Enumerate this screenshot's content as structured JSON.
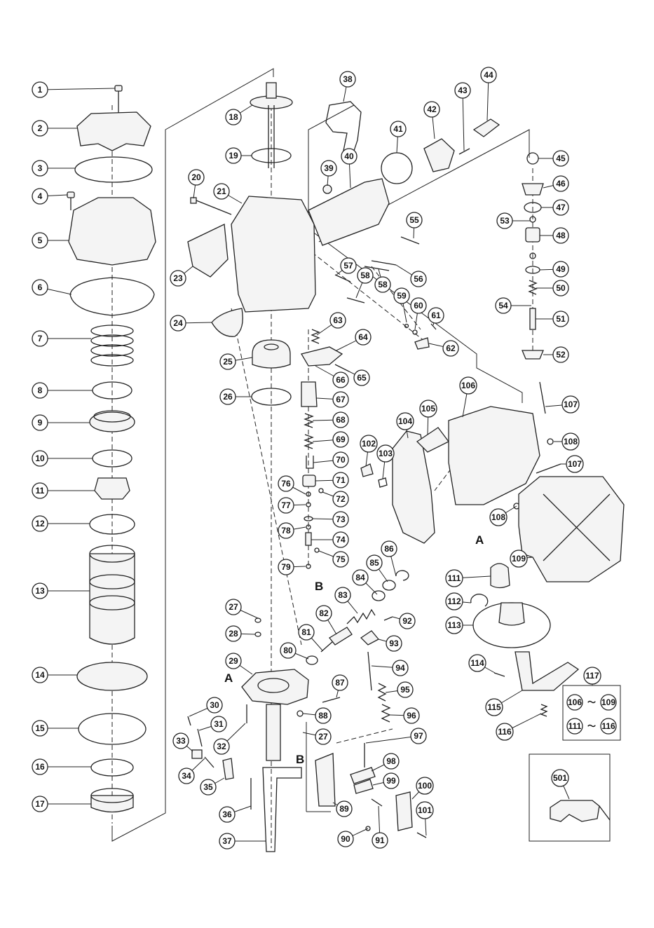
{
  "parts": [
    "1",
    "2",
    "3",
    "4",
    "5",
    "6",
    "7",
    "8",
    "9",
    "10",
    "11",
    "12",
    "13",
    "14",
    "15",
    "16",
    "17",
    "18",
    "19",
    "20",
    "21",
    "23",
    "24",
    "25",
    "26",
    "27",
    "28",
    "29",
    "30",
    "31",
    "32",
    "33",
    "34",
    "35",
    "36",
    "37",
    "38",
    "39",
    "40",
    "41",
    "42",
    "43",
    "44",
    "45",
    "46",
    "47",
    "48",
    "49",
    "50",
    "51",
    "52",
    "53",
    "54",
    "55",
    "56",
    "57",
    "58",
    "59",
    "60",
    "61",
    "62",
    "63",
    "64",
    "65",
    "66",
    "67",
    "68",
    "69",
    "70",
    "71",
    "72",
    "73",
    "74",
    "75",
    "76",
    "77",
    "78",
    "79",
    "80",
    "81",
    "82",
    "83",
    "84",
    "85",
    "86",
    "87",
    "88",
    "89",
    "90",
    "91",
    "92",
    "93",
    "94",
    "95",
    "96",
    "97",
    "98",
    "99",
    "100",
    "101",
    "102",
    "103",
    "104",
    "105",
    "106",
    "107",
    "108",
    "109",
    "111",
    "112",
    "113",
    "114",
    "115",
    "116",
    "117",
    "501"
  ],
  "duplicate_labels": {
    "p27b": "27",
    "p58b": "58",
    "p107b": "107",
    "p108b": "108"
  },
  "references": {
    "a": "A",
    "b": "B"
  },
  "kit_117": {
    "range1_start": "106",
    "range1_end": "109",
    "range2_start": "111",
    "range2_end": "116",
    "tilde": "～"
  }
}
